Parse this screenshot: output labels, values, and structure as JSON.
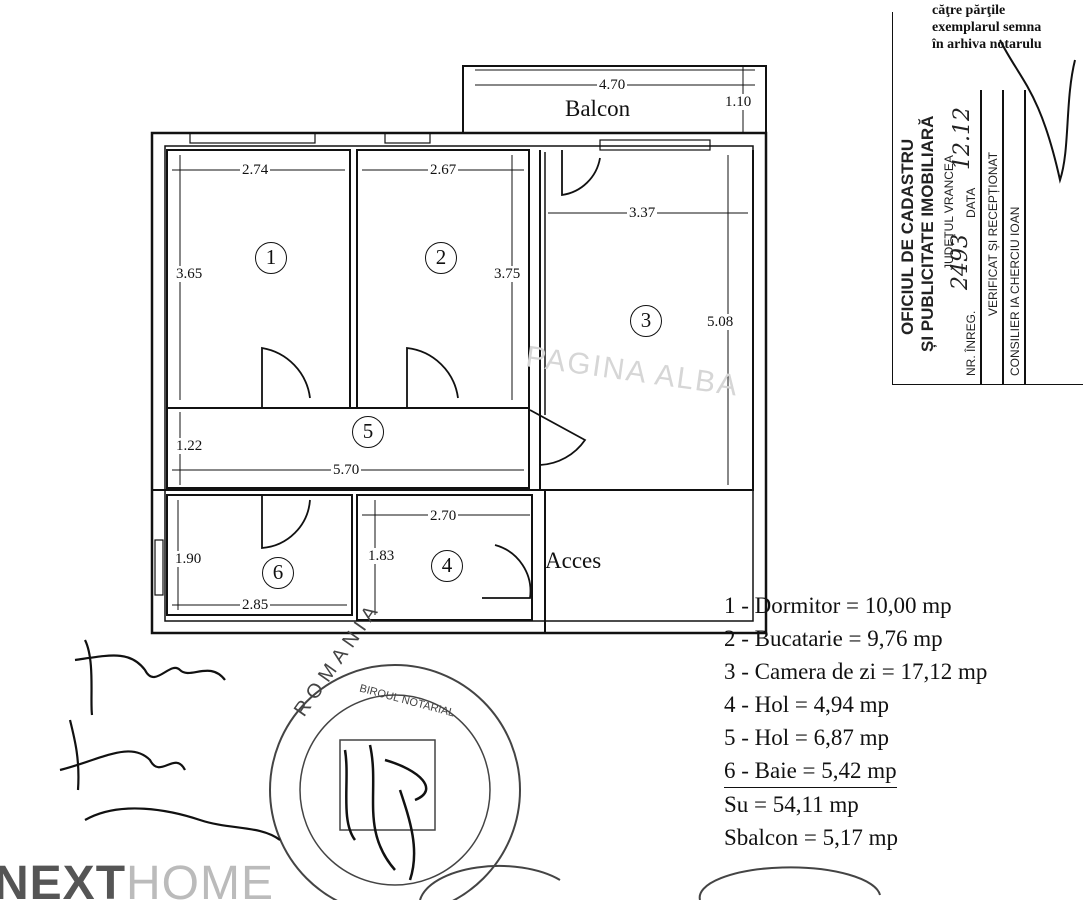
{
  "rooms": {
    "r1": "1",
    "r2": "2",
    "r3": "3",
    "r4": "4",
    "r5": "5",
    "r6": "6"
  },
  "dimensions": {
    "balcon_width": "4.70",
    "balcon_depth": "1.10",
    "room1_width": "2.74",
    "room1_height": "3.65",
    "room2_width": "2.67",
    "room2_height": "3.75",
    "room3_width": "3.37",
    "room3_height": "5.08",
    "hol5_width": "5.70",
    "hol5_height": "1.22",
    "baie_height": "1.90",
    "baie_width": "2.85",
    "hol4_height": "1.83",
    "hol4_width": "2.70"
  },
  "labels": {
    "balcon": "Balcon",
    "acces": "Acces",
    "faint_stamp": "PAGINA ALBA"
  },
  "legend": {
    "items": [
      "1 - Dormitor = 10,00 mp",
      "2 - Bucatarie = 9,76 mp",
      "3 - Camera de zi = 17,12 mp",
      "4 - Hol = 4,94 mp",
      "5 - Hol = 6,87 mp",
      "6 - Baie = 5,42 mp"
    ],
    "su": "Su = 54,11 mp",
    "sbalcon": "Sbalcon = 5,17 mp"
  },
  "cadastre_stamp": {
    "title1": "OFICIUL DE CADASTRU",
    "title2": "ȘI PUBLICITATE IMOBILIARĂ",
    "county": "JUDEȚUL VRANCEA",
    "nr_label": "NR. ÎNREG.",
    "nr_value": "2493",
    "date_label": "DATA",
    "date_value": "12.12",
    "verified": "VERIFICAT ȘI RECEPȚIONAT",
    "consilier": "CONSILIER IA CHERCIU IOAN"
  },
  "notary_note": {
    "line1": "căţre părţile",
    "line2": "exemplarul semna",
    "line3": "în arhiva notarulu"
  },
  "round_stamp": {
    "outer": "ROMANIA",
    "inner": "BIROUL NOTARIAL"
  },
  "watermark": {
    "bold": "NEXT",
    "light": "HOME"
  },
  "colors": {
    "ink": "#111111",
    "stamp": "#555555",
    "watermark_light": "#bbbbbb"
  }
}
